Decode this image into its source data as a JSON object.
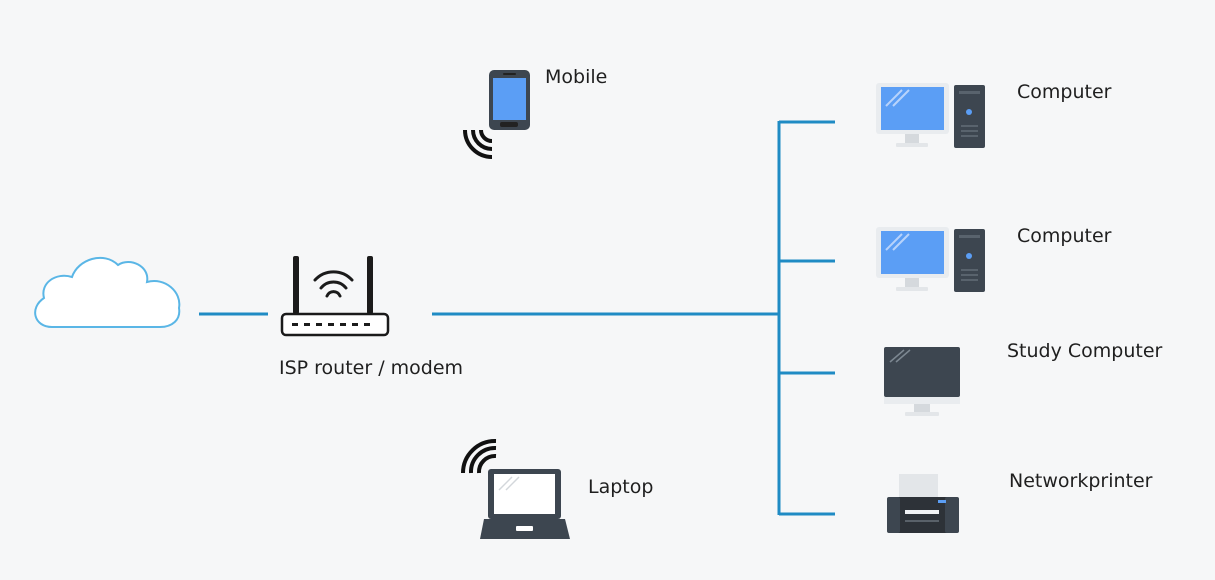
{
  "nodes": {
    "router": {
      "label": "ISP router / modem",
      "icon": "router-icon"
    },
    "cloud": {
      "icon": "cloud-icon"
    },
    "mobile": {
      "label": "Mobile",
      "icon": "mobile-phone-icon"
    },
    "laptop": {
      "label": "Laptop",
      "icon": "laptop-icon"
    },
    "computer_1": {
      "label": "Computer",
      "icon": "desktop-computer-icon"
    },
    "computer_2": {
      "label": "Computer",
      "icon": "desktop-computer-icon"
    },
    "study_computer": {
      "label": "Study Computer",
      "icon": "monitor-icon"
    },
    "printer": {
      "label": "Networkprinter",
      "icon": "printer-icon"
    }
  },
  "colors": {
    "link": "#1f8bc4",
    "cloud_stroke": "#5ab6e6",
    "screen_blue": "#5b9ef5",
    "device_dark": "#3d4650",
    "background": "#f6f7f8"
  }
}
